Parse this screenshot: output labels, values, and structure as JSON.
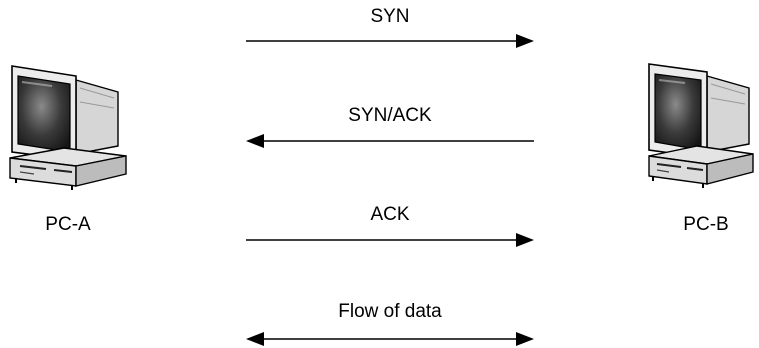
{
  "nodes": {
    "left": {
      "label": "PC-A",
      "icon": "computer-icon"
    },
    "right": {
      "label": "PC-B",
      "icon": "computer-icon"
    }
  },
  "messages": [
    {
      "label": "SYN",
      "direction": "A-to-B"
    },
    {
      "label": "SYN/ACK",
      "direction": "B-to-A"
    },
    {
      "label": "ACK",
      "direction": "A-to-B"
    },
    {
      "label": "Flow of data",
      "direction": "bidirectional"
    }
  ],
  "colors": {
    "line": "#000000",
    "screen": "#2a2a2a",
    "casing": "#e8e8e8"
  }
}
